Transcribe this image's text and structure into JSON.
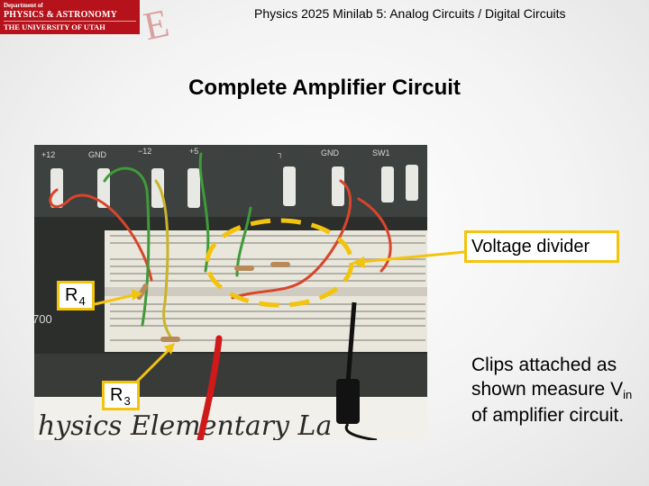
{
  "logo": {
    "line1": "Department of",
    "line2": "PHYSICS & ASTRONOMY",
    "line3": "THE UNIVERSITY OF UTAH"
  },
  "header": {
    "title": "Physics 2025  Minilab 5: Analog Circuits / Digital Circuits"
  },
  "slide": {
    "title": "Complete Amplifier Circuit"
  },
  "photo": {
    "panel_labels": [
      "+12",
      "GND",
      "−12",
      "+5",
      "┐",
      "GND",
      "SW1"
    ],
    "side_number": "700",
    "handwriting": "hysics  Elementary La"
  },
  "labels": {
    "voltage_divider": "Voltage divider",
    "r4_main": "R",
    "r4_sub": "4",
    "r3_main": "R",
    "r3_sub": "3"
  },
  "note": {
    "part1": "Clips attached as shown measure V",
    "sub": "in",
    "part2": " of amplifier circuit."
  },
  "colors": {
    "logo_red": "#b5121b",
    "highlight_yellow": "#f2c40e"
  }
}
